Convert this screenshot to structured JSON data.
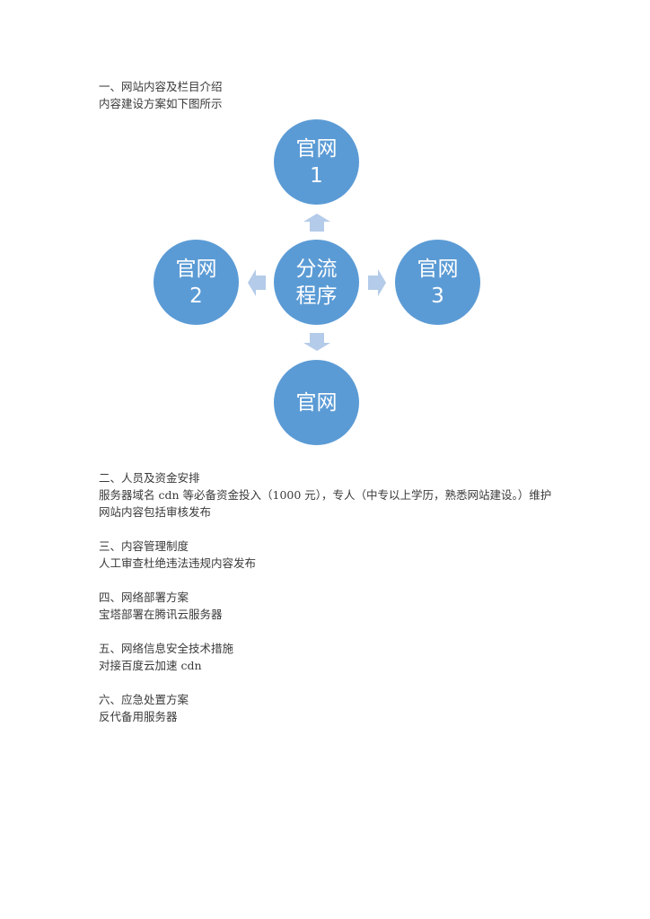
{
  "section1": {
    "heading": "一、网站内容及栏目介绍",
    "text": "内容建设方案如下图所示"
  },
  "diagram": {
    "center": {
      "line1": "分流",
      "line2": "程序"
    },
    "top": {
      "line1": "官网",
      "line2": "1"
    },
    "left": {
      "line1": "官网",
      "line2": "2"
    },
    "right": {
      "line1": "官网",
      "line2": "3"
    },
    "bottom": {
      "line1": "官网",
      "line2": ""
    },
    "colors": {
      "circle": "#5b9bd5",
      "arrow": "#b4cbe9"
    }
  },
  "section2": {
    "heading": "二、人员及资金安排",
    "text_line1": "服务器域名 cdn 等必备资金投入（1000 元），专人（中专以上学历，熟悉网站建设。）维护",
    "text_line2": "网站内容包括审核发布"
  },
  "section3": {
    "heading": "三、内容管理制度",
    "text": "人工审查杜绝违法违规内容发布"
  },
  "section4": {
    "heading": "四、网络部署方案",
    "text": "宝塔部署在腾讯云服务器"
  },
  "section5": {
    "heading": "五、网络信息安全技术措施",
    "text": "对接百度云加速 cdn"
  },
  "section6": {
    "heading": "六、应急处置方案",
    "text": "反代备用服务器"
  }
}
